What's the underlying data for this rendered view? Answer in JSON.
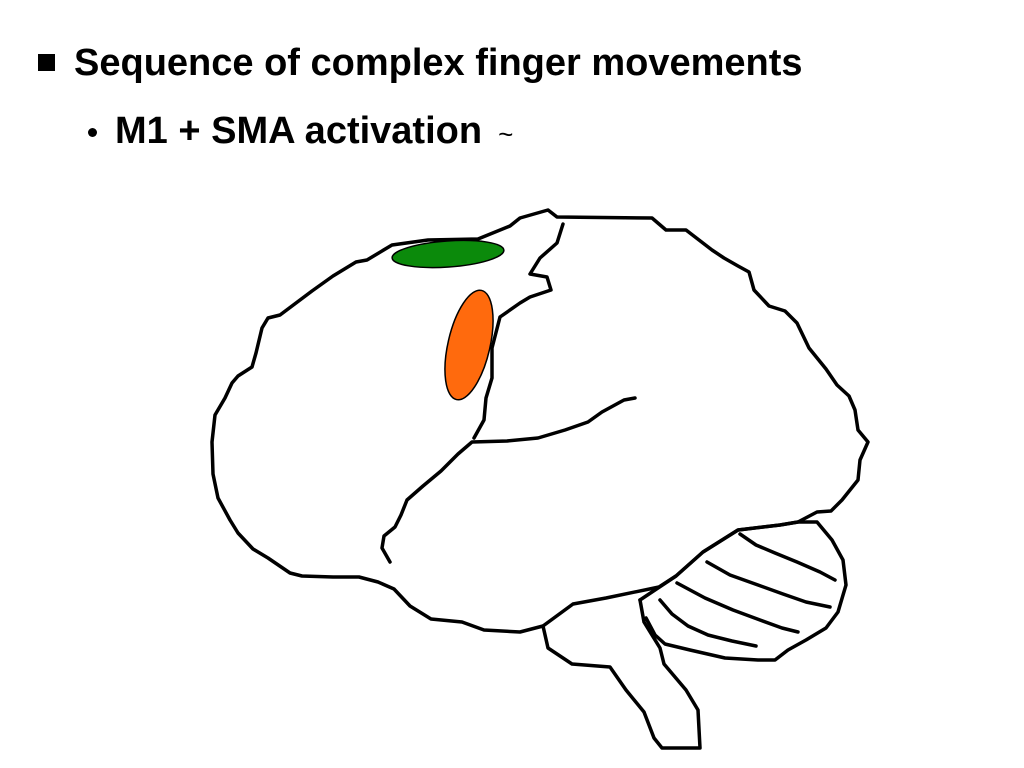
{
  "slide": {
    "bullets": [
      {
        "level": 1,
        "marker": "square-bullet",
        "text": "Sequence of complex finger movements"
      },
      {
        "level": 2,
        "marker": "round-bullet",
        "text": "M1 + SMA activation",
        "suffix": "~"
      }
    ]
  },
  "figure": {
    "subject": "brain-lateral-view",
    "regions": [
      {
        "id": "sma",
        "color": "#0b8a0b"
      },
      {
        "id": "m1",
        "color": "#ff6a0d"
      }
    ]
  }
}
